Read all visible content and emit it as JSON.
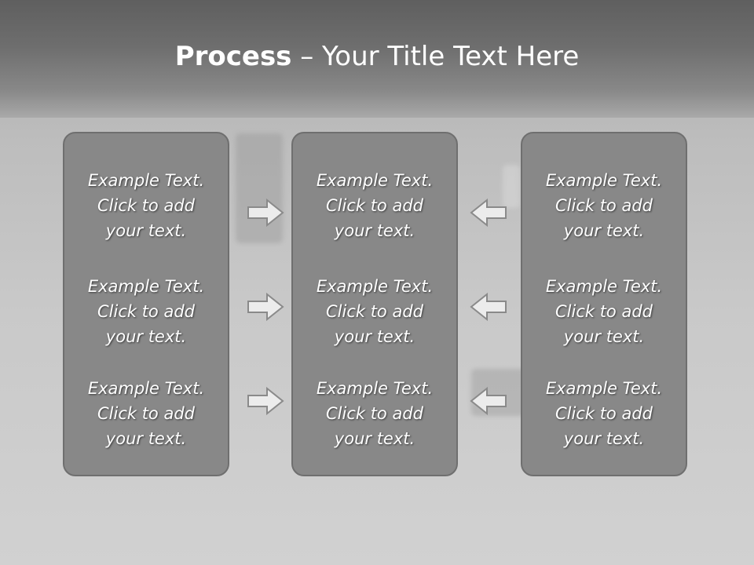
{
  "title": {
    "bold": "Process",
    "rest": " – Your Title Text Here"
  },
  "columns": [
    {
      "blocks": [
        {
          "line1": "Example Text.",
          "line2": "Click  to add",
          "line3": "your text."
        },
        {
          "line1": "Example Text.",
          "line2": "Click  to add",
          "line3": "your text."
        },
        {
          "line1": "Example Text.",
          "line2": "Click  to add",
          "line3": "your text."
        }
      ]
    },
    {
      "blocks": [
        {
          "line1": "Example Text.",
          "line2": "Click  to add",
          "line3": "your text."
        },
        {
          "line1": "Example Text.",
          "line2": "Click  to add",
          "line3": "your text."
        },
        {
          "line1": "Example Text.",
          "line2": "Click  to add",
          "line3": "your text."
        }
      ]
    },
    {
      "blocks": [
        {
          "line1": "Example Text.",
          "line2": "Click  to add",
          "line3": "your text."
        },
        {
          "line1": "Example Text.",
          "line2": "Click  to add",
          "line3": "your text."
        },
        {
          "line1": "Example Text.",
          "line2": "Click  to add",
          "line3": "your text."
        }
      ]
    }
  ],
  "arrows": {
    "left_group": "arrow-right-icon",
    "right_group": "arrow-left-icon"
  },
  "colors": {
    "panel_fill": "#888888",
    "panel_border": "#6f6f6f",
    "text": "#ffffff"
  }
}
